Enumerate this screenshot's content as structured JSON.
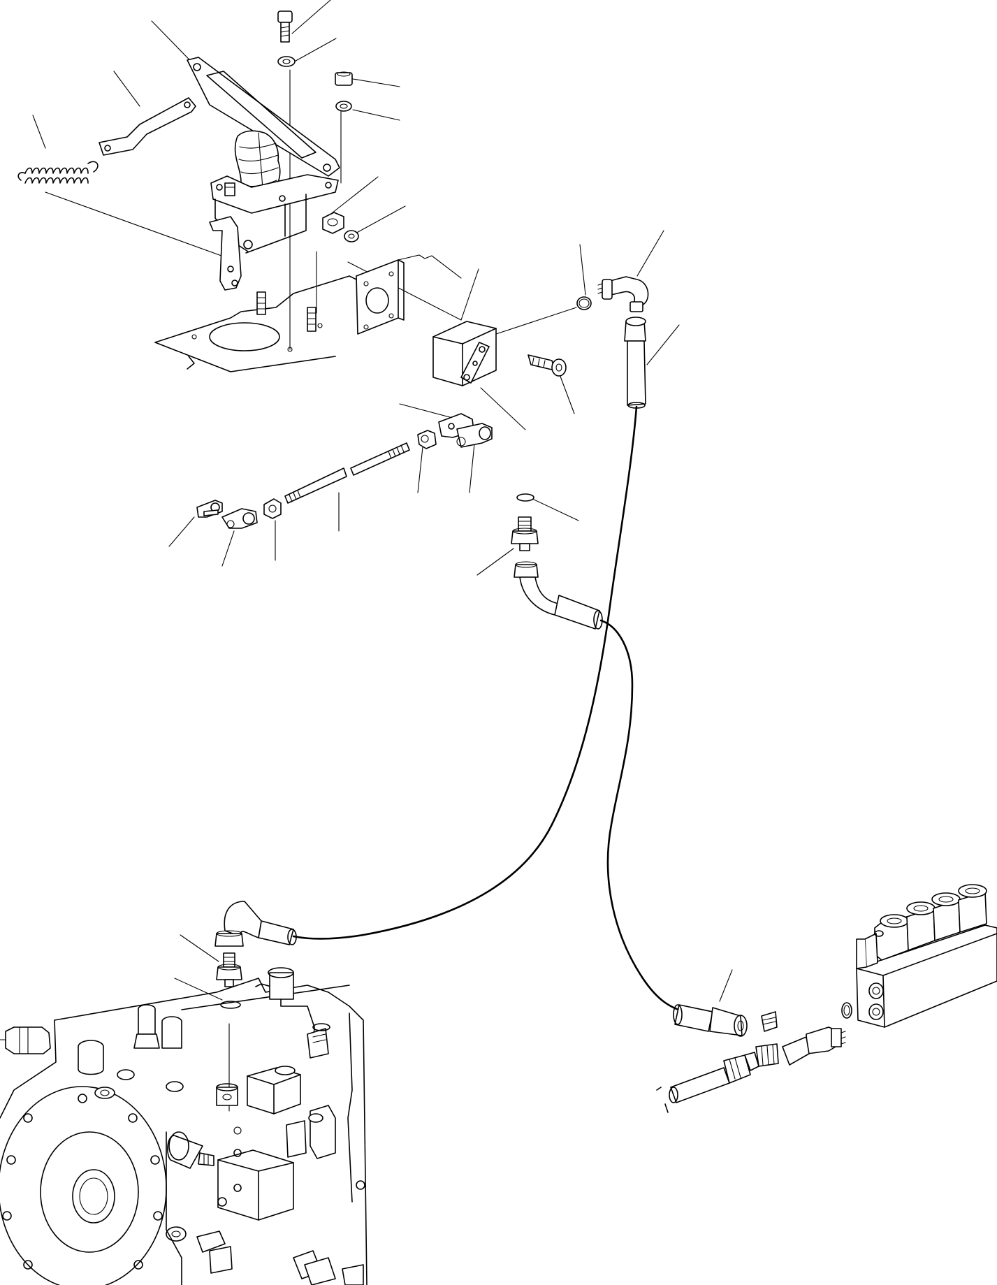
{
  "diagram": {
    "line_color": "#000000",
    "background": "#ffffff",
    "parts": [
      "brake-pedal",
      "pedal-bracket",
      "pedal-arm",
      "return-spring",
      "spring-link",
      "cap-screw",
      "washer",
      "nut",
      "mounting-plate",
      "brake-valve",
      "valve-lever",
      "elbow-fitting",
      "o-ring",
      "hose-straight",
      "clevis",
      "lock-nut",
      "threaded-rod",
      "adapter-fitting",
      "pump-elbow",
      "brake-hose",
      "hydraulic-pump",
      "control-valve-block"
    ]
  }
}
